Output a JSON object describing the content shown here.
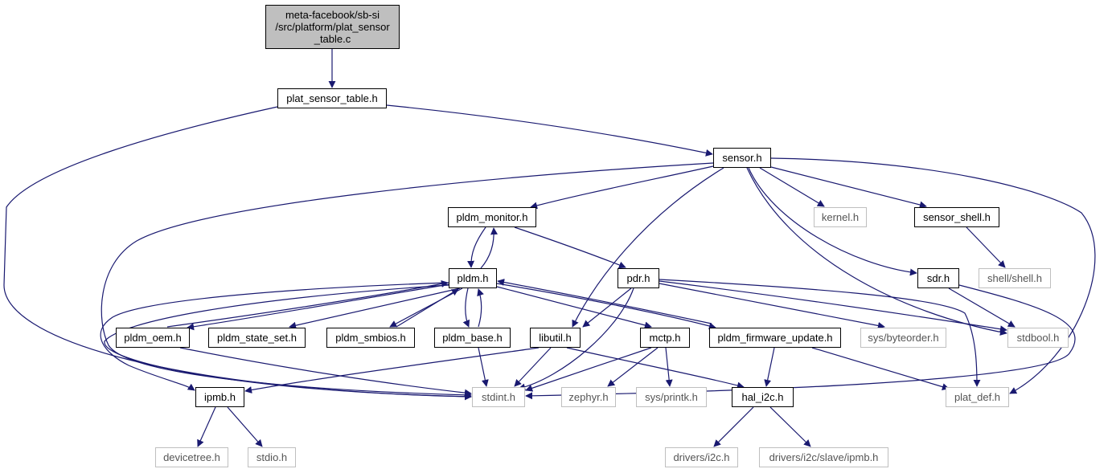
{
  "graph": {
    "edge_color": "#191970",
    "root": {
      "lines": [
        "meta-facebook/sb-si",
        "/src/platform/plat_sensor",
        "_table.c"
      ]
    },
    "nodes": {
      "plat_sensor_table_h": "plat_sensor_table.h",
      "sensor_h": "sensor.h",
      "pldm_monitor_h": "pldm_monitor.h",
      "kernel_h": "kernel.h",
      "sensor_shell_h": "sensor_shell.h",
      "pldm_h": "pldm.h",
      "pdr_h": "pdr.h",
      "sdr_h": "sdr.h",
      "shell_shell_h": "shell/shell.h",
      "pldm_oem_h": "pldm_oem.h",
      "pldm_state_set_h": "pldm_state_set.h",
      "pldm_smbios_h": "pldm_smbios.h",
      "pldm_base_h": "pldm_base.h",
      "libutil_h": "libutil.h",
      "mctp_h": "mctp.h",
      "pldm_firmware_update_h": "pldm_firmware_update.h",
      "sys_byteorder_h": "sys/byteorder.h",
      "stdbool_h": "stdbool.h",
      "ipmb_h": "ipmb.h",
      "stdint_h": "stdint.h",
      "zephyr_h": "zephyr.h",
      "sys_printk_h": "sys/printk.h",
      "hal_i2c_h": "hal_i2c.h",
      "plat_def_h": "plat_def.h",
      "devicetree_h": "devicetree.h",
      "stdio_h": "stdio.h",
      "drivers_i2c_h": "drivers/i2c.h",
      "drivers_i2c_slave_ipmb_h": "drivers/i2c/slave/ipmb.h"
    }
  }
}
